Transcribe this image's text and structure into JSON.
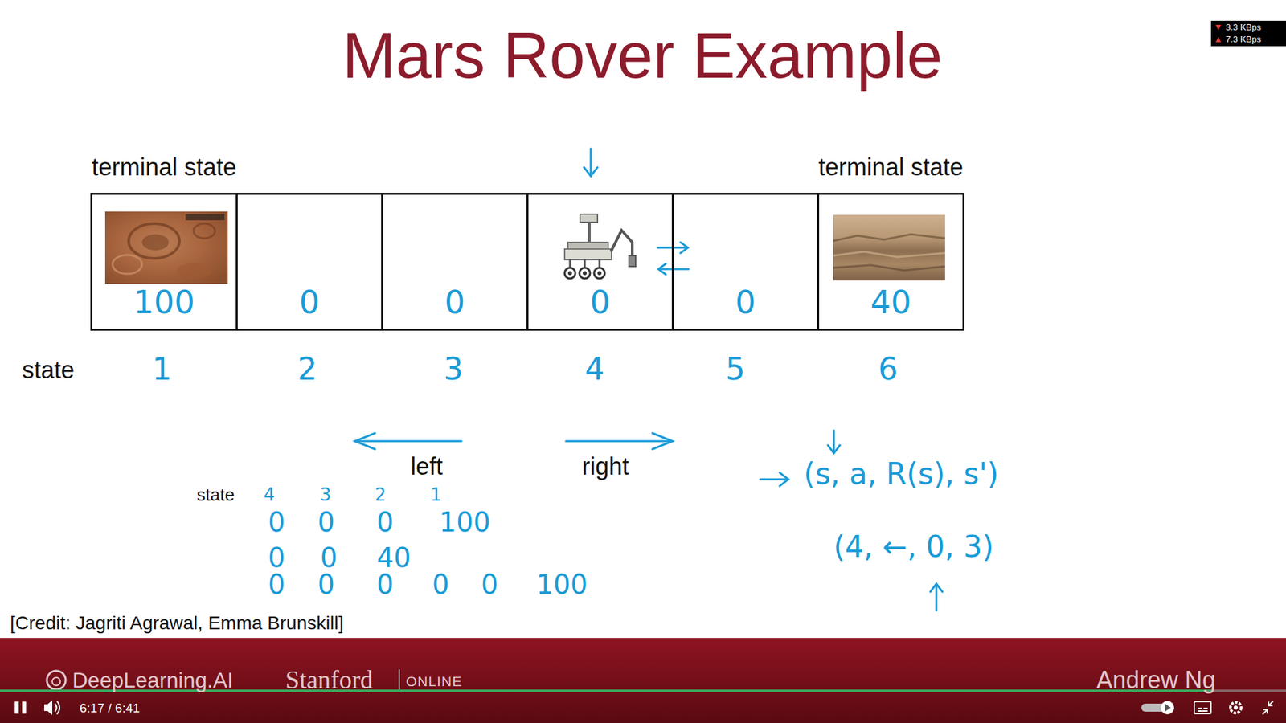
{
  "diagram": {
    "title": "Mars Rover Example",
    "nodes": [
      {
        "text": [
          "terminal state",
          "100"
        ]
      },
      {
        "text": [
          "0"
        ]
      },
      {
        "text": [
          "0"
        ]
      },
      {
        "text": [
          "0"
        ]
      },
      {
        "text": [
          "0"
        ]
      },
      {
        "text": [
          "terminal state",
          "40"
        ]
      }
    ],
    "labels": [
      "state",
      "1",
      "2",
      "3",
      "4",
      "5",
      "6",
      "left",
      "right",
      "state",
      "4",
      "3",
      "2",
      "1",
      "0",
      "0",
      "0",
      "100",
      "0",
      "0",
      "40",
      "0",
      "0",
      "0",
      "0",
      "0",
      "100",
      "(s, a, R(s), s')",
      "(4, ←, 0, 3)",
      "[Credit: Jagriti Agrawal, Emma Brunskill]",
      "DeepLearning.AI",
      "Stanford",
      "ONLINE",
      "Andrew Ng",
      "6:17 / 6:41",
      "3.3 KBps",
      "7.3 KBps"
    ]
  }
}
